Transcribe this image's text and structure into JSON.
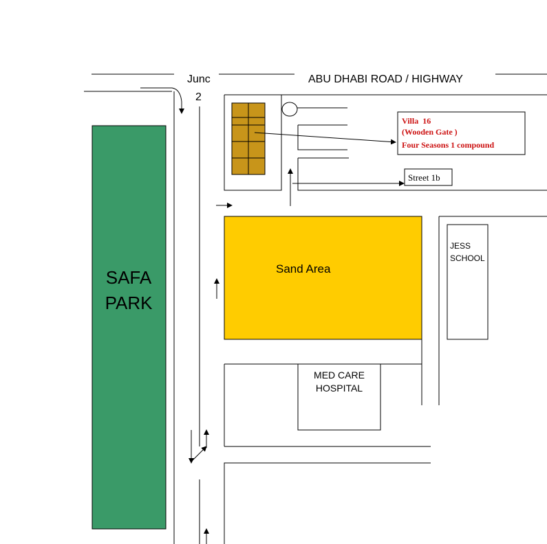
{
  "map": {
    "roads": {
      "highway_label": "ABU DHABI ROAD / HIGHWAY",
      "junction_label": "Junc",
      "junction_number": "2",
      "street_label": "Street 1b"
    },
    "landmarks": {
      "park_line1": "SAFA",
      "park_line2": "PARK",
      "sand_area": "Sand Area",
      "school_line1": "JESS",
      "school_line2": "SCHOOL",
      "hospital_line1": "MED CARE",
      "hospital_line2": "HOSPITAL"
    },
    "destination": {
      "line1": "Villa  16",
      "line2": "(Wooden Gate )",
      "line3": "Four Seasons 1 compound"
    },
    "colors": {
      "park": "#3a9a68",
      "sand": "#ffcc00",
      "villas": "#c8951a",
      "destination_text": "#cc1111",
      "line": "#000000"
    }
  }
}
